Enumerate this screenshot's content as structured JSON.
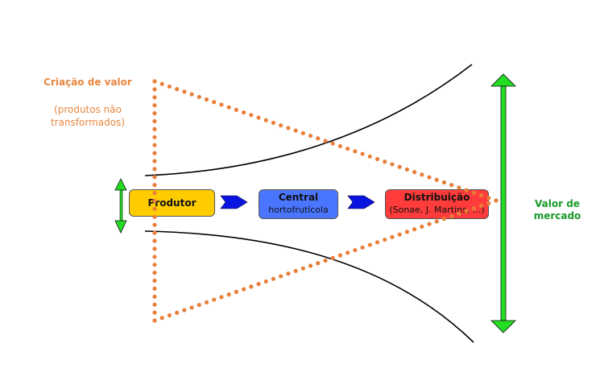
{
  "diagram": {
    "left_label": {
      "title": "Criação de valor",
      "subtitle_line1": "(produtos não",
      "subtitle_line2": "transformados)"
    },
    "right_label": {
      "line1": "Valor de",
      "line2": "mercado"
    },
    "nodes": [
      {
        "id": "produtor",
        "title": "Produtor",
        "subtitle": "",
        "color": "#ffcc00"
      },
      {
        "id": "central",
        "title": "Central",
        "subtitle": "hortofrutícola",
        "color": "#4a76ff"
      },
      {
        "id": "distribuicao",
        "title": "Distribuição",
        "subtitle": "(Sonae, J. Martins, ...)",
        "color": "#ff3b3b"
      }
    ],
    "edges": [
      {
        "from": "produtor",
        "to": "central"
      },
      {
        "from": "central",
        "to": "distribuicao"
      }
    ],
    "colors": {
      "value_triangle": "#e8803a",
      "market_arrow": "#22dd22",
      "flow_arrow": "#0a14e0",
      "funnel_curves": "#000000"
    }
  }
}
